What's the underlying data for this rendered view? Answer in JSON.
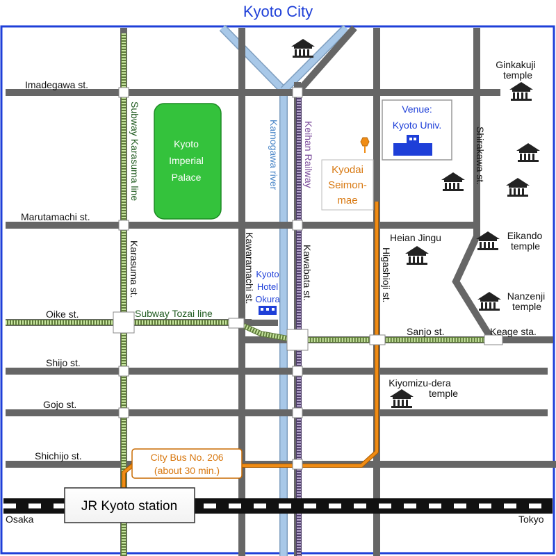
{
  "title": "Kyoto City",
  "colors": {
    "frame": "#1e3fd8",
    "street": "#666666",
    "river": "#a8c8e8",
    "subway": "#c8e6a0",
    "keihan": "#b4a4cc",
    "bus_route": "#f08c14",
    "palace": "#34c23c",
    "venue_text": "#1e3fd8",
    "bus_text": "#d87810"
  },
  "streets": {
    "imadegawa": "Imadegawa st.",
    "marutamachi": "Marutamachi st.",
    "oike": "Oike st.",
    "shijo": "Shijo st.",
    "gojo": "Gojo st.",
    "shichijo": "Shichijo st.",
    "sanjo": "Sanjo st.",
    "karasuma": "Karasuma st.",
    "kawaramachi": "Kawaramachi st.",
    "kawabata": "Kawabata st.",
    "higashioji": "Higashioji st.",
    "shirakawa": "Shirakawa st."
  },
  "transit": {
    "subway_karasuma": "Subway Karasuma line",
    "subway_tozai": "Subway Tozai line",
    "keihan": "Keihan Railway",
    "river": "Kamogawa river",
    "jr_station": "JR Kyoto station",
    "osaka": "Osaka",
    "tokyo": "Tokyo",
    "keage": "Keage sta."
  },
  "places": {
    "palace": [
      "Kyoto",
      "Imperial",
      "Palace"
    ],
    "venue": [
      "Venue:",
      "Kyoto Univ."
    ],
    "seimon": [
      "Kyodai",
      "Seimon-",
      "mae"
    ],
    "hotel": [
      "Kyoto",
      "Hotel",
      "Okura"
    ],
    "ginkakuji": [
      "Ginkakuji",
      "temple"
    ],
    "heian": "Heian Jingu",
    "eikando": [
      "Eikando",
      "temple"
    ],
    "nanzenji": [
      "Nanzenji",
      "temple"
    ],
    "kiyomizu": [
      "Kiyomizu-dera",
      "temple"
    ]
  },
  "bus": [
    "City Bus No. 206",
    "(about 30 min.)"
  ],
  "icons": {
    "temple": "temple-icon",
    "university": "university-building-icon",
    "bus_stop": "bus-stop-icon",
    "hotel": "hotel-building-icon"
  }
}
